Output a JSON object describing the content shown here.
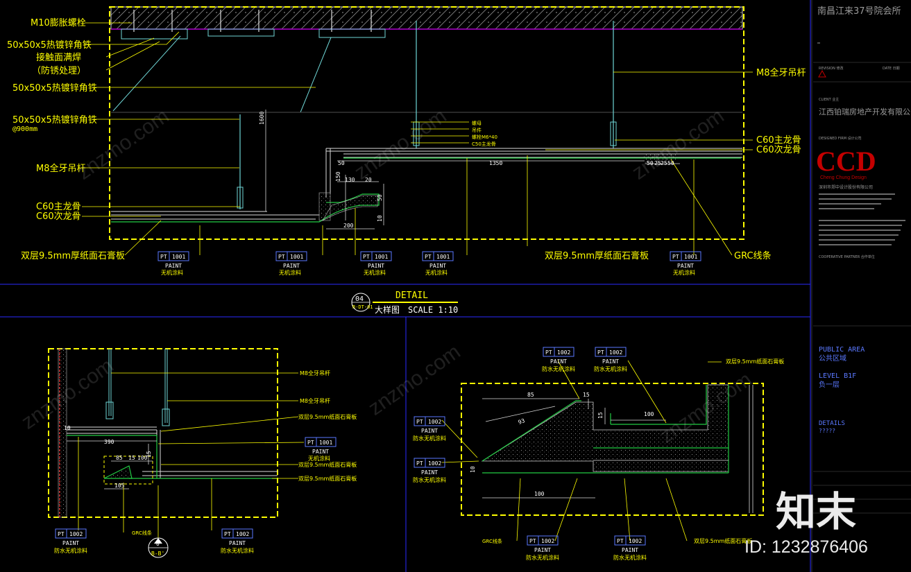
{
  "title_block": {
    "project_name": "南昌江来37号院会所",
    "revision_label": "REVISION 修改",
    "date_label": "DATE 日期",
    "client_label": "CLIENT 业主",
    "client_name": "江西铂瑞房地产开发有限公司",
    "designer_label": "DESIGNED FIRM 设计公司",
    "ccd_logo": "CCD",
    "ccd_sub": "Cheng Chung Design",
    "company_name": "深圳市郑中设计股份有限公司",
    "cooperative_label": "COOPERATIVE PARTNER 合作单位",
    "area_en": "PUBLIC AREA",
    "area_cn": "公共区域",
    "level_en": "LEVEL B1F",
    "level_cn": "负一层",
    "sheet_title": "DETAILS",
    "sheet_sub": "?????"
  },
  "detail_title": {
    "number": "04",
    "sheet_ref": "R-DT-01",
    "title_en": "DETAIL",
    "title_cn": "大样图",
    "scale": "SCALE 1:10"
  },
  "top_labels": {
    "bolt": "M10膨胀螺栓",
    "angle1": "50x50x5热镀锌角铁",
    "weld": "接触面满焊",
    "rustproof": "（防锈处理）",
    "angle2": "50x50x5热镀锌角铁",
    "angle3": "50x50x5热镀锌角铁",
    "spacing": "@900mm",
    "rod_left": "M8全牙吊杆",
    "main_keel_left": "C60主龙骨",
    "sub_keel_left": "C60次龙骨",
    "gypsum_left": "双层9.5mm厚纸面石膏板",
    "rod_right": "M8全牙吊杆",
    "main_keel_right": "C60主龙骨",
    "sub_keel_right": "C60次龙骨",
    "gypsum_right": "双层9.5mm厚纸面石膏板",
    "grc": "GRC线条",
    "nut": "螺母",
    "hanger": "吊件",
    "screw": "螺栓M6*40",
    "c50": "C50主龙骨"
  },
  "top_dims": {
    "h1600": "1600",
    "d50": "50",
    "d1350": "1350",
    "d150": "150",
    "d130": "130",
    "d20": "20",
    "d50b": "50",
    "d10": "10",
    "d200": "200",
    "d50c": "50",
    "d25": "25",
    "d25b": "25",
    "d50d": "50"
  },
  "paint_tags": {
    "pt1001": "PT",
    "code_1001": "1001",
    "pt1002": "PT",
    "code_1002": "1002",
    "paint": "PAINT",
    "inorganic": "无机涂料",
    "waterproof": "防水无机涂料"
  },
  "bl_labels": {
    "rod1": "M8全牙吊杆",
    "rod2": "M8全牙吊杆",
    "gypsum1": "双层9.5mm纸面石膏板",
    "gypsum2": "双层9.5mm纸面石膏板",
    "gypsum3": "双层9.5mm纸面石膏板",
    "grc": "GRC线条",
    "section": "B-B'",
    "section_no": "0"
  },
  "bl_dims": {
    "d10": "10",
    "d390": "390",
    "d85": "85",
    "d15": "15",
    "d100": "100",
    "d105": "105"
  },
  "br_labels": {
    "gypsum": "双层9.5mm纸面石膏板",
    "grc": "GRC线条",
    "gypsum2": "双层9.5mm纸面石膏板"
  },
  "br_dims": {
    "d85": "85",
    "d15": "15",
    "d15b": "15",
    "d100": "100",
    "d93": "93",
    "d10": "10",
    "d100b": "100"
  },
  "watermarks": {
    "brand": "知末",
    "id": "ID: 1232876406",
    "site": "znzmo.com"
  }
}
